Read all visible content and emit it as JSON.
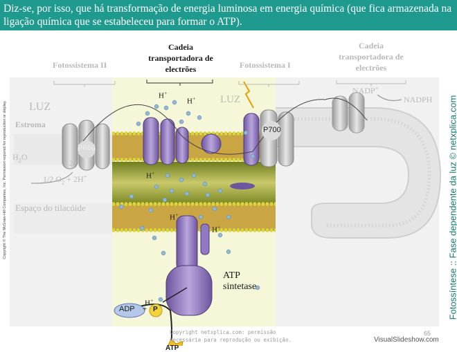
{
  "banner": {
    "text": "Diz-se, por isso, que há transformação de energia luminosa em energia química (que fica armazenada na ligação química que se estabeleceu para formar o ATP).",
    "background": "#1f9a8e"
  },
  "diagram": {
    "header_cadeia_1": "Cadeia transportadora de electrões",
    "header_ps2": "Fotossistema II",
    "header_ps1": "Fotossistema I",
    "header_cadeia_2": "Cadeia transportadora de electrões",
    "luz_1": "LUZ",
    "luz_2": "LUZ",
    "estroma": "Estroma",
    "espaco": "Espaço do tilacóide",
    "p680": "P680",
    "p700": "P700",
    "h2o_base": "H",
    "h2o_sub": "2",
    "h2o_end": "O",
    "two_e_base": "2e",
    "two_e_sup": "-",
    "o2_frac": "1/2",
    "o2_mid": " O",
    "o2_sub": "2",
    "o2_end": " + 2H",
    "o2_sup": "+",
    "nadp_plus_base": "NADP",
    "nadp_plus_sup": "+",
    "nadph": "NADPH",
    "atp_sintetase_1": "ATP",
    "atp_sintetase_2": "sintetase",
    "adp": "ADP",
    "plus": "+",
    "p": "P",
    "atp": "ATP",
    "h_base": "H",
    "h_sup": "+",
    "colors": {
      "membrane": "#c9a544",
      "membrane_head": "#d8d63a",
      "protein": "#8d74b6",
      "ion": "#8fb6d3",
      "teal": "#1f9a8e"
    }
  },
  "side_vertical": "Fotossíntese :: Fase dependente da luz © netxplica.com",
  "side_copyright": "Copyright © The McGraw-Hill Companies, Inc. Permission required for reproduction or display.",
  "credit": "Copyright netxplica.com: permissão necessária para reprodução ou exibição.",
  "slide_number": "65",
  "watermark": "VisualSlideshow.com"
}
